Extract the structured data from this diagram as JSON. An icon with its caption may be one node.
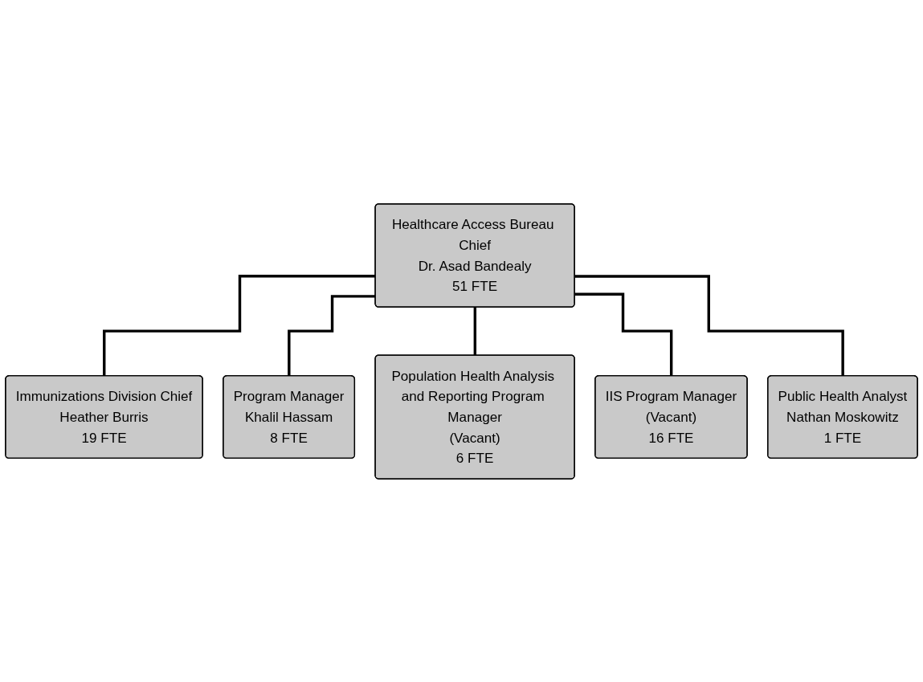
{
  "diagram": {
    "nodes": [
      {
        "text": [
          "Healthcare Access Bureau Chief",
          "Dr. Asad Bandealy",
          "51 FTE"
        ]
      },
      {
        "text": [
          "Immunizations Division Chief",
          "Heather Burris",
          "19 FTE"
        ]
      },
      {
        "text": [
          "Program Manager",
          "Khalil Hassam",
          "8 FTE"
        ]
      },
      {
        "text": [
          "Population Health Analysis and Reporting Program Manager",
          "(Vacant)",
          "6 FTE"
        ]
      },
      {
        "text": [
          "IIS Program Manager",
          "(Vacant)",
          "16 FTE"
        ]
      },
      {
        "text": [
          "Public Health Analyst",
          "Nathan Moskowitz",
          "1 FTE"
        ]
      }
    ],
    "edges": [
      {
        "from": 0,
        "to": 1,
        "arrow": "none"
      },
      {
        "from": 0,
        "to": 2,
        "arrow": "none"
      },
      {
        "from": 0,
        "to": 3,
        "arrow": "none"
      },
      {
        "from": 0,
        "to": 4,
        "arrow": "none"
      },
      {
        "from": 0,
        "to": 5,
        "arrow": "none"
      }
    ]
  }
}
